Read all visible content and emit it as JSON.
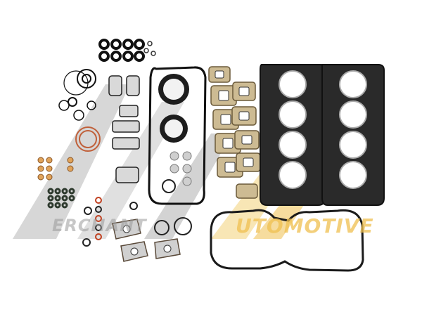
{
  "watermark": {
    "left_text": "ERCHANT",
    "right_text": "UTOMOTIVE",
    "left_color": "#9a9a9a",
    "accent_color": "#f0c050"
  },
  "product": {
    "kind": "engine gasket kit photo",
    "components": [
      "cylinder-head-gasket",
      "cylinder-head-gasket",
      "valve-cover-gasket",
      "exhaust-manifold-gaskets",
      "front-cover-gasket",
      "seals-and-o-rings",
      "copper-washers"
    ]
  }
}
